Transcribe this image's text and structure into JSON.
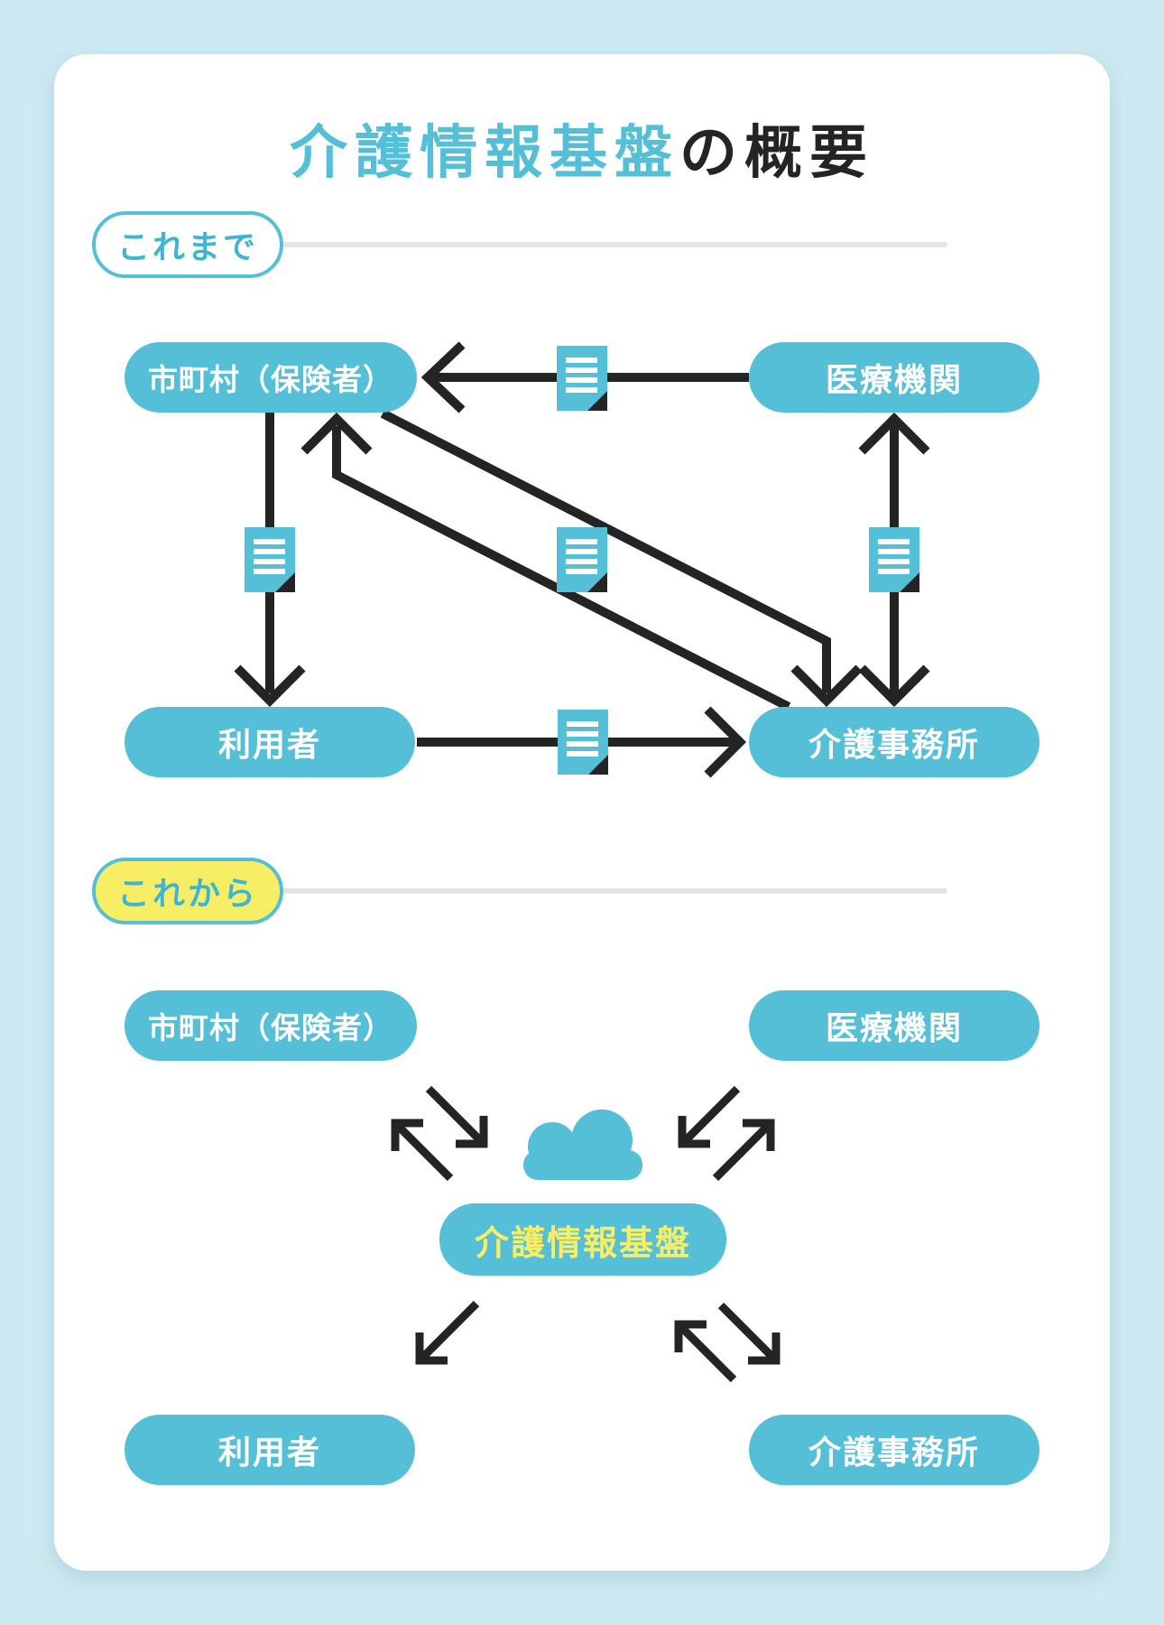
{
  "title": {
    "accent": "介護情報基盤",
    "rest": "の概要"
  },
  "sections": {
    "before": {
      "badge": "これまで",
      "nodes": {
        "municipality": "市町村（保険者）",
        "medical": "医療機関",
        "user": "利用者",
        "care_office": "介護事務所"
      },
      "edges": [
        {
          "from": "medical",
          "to": "municipality",
          "bidirectional": false,
          "document": true
        },
        {
          "from": "municipality",
          "to": "user",
          "bidirectional": false,
          "document": true
        },
        {
          "from": "medical",
          "to": "care_office",
          "bidirectional": true,
          "document": true
        },
        {
          "from": "municipality",
          "to": "care_office",
          "bidirectional": false,
          "document": true
        },
        {
          "from": "care_office",
          "to": "municipality",
          "bidirectional": false,
          "document": false
        },
        {
          "from": "user",
          "to": "care_office",
          "bidirectional": false,
          "document": true
        }
      ]
    },
    "after": {
      "badge": "これから",
      "nodes": {
        "municipality": "市町村（保険者）",
        "medical": "医療機関",
        "user": "利用者",
        "care_office": "介護事務所"
      },
      "hub": {
        "label": "介護情報基盤",
        "icon": "cloud"
      },
      "edges": [
        {
          "from": "municipality",
          "to": "platform",
          "bidirectional": true
        },
        {
          "from": "medical",
          "to": "platform",
          "bidirectional": true
        },
        {
          "from": "platform",
          "to": "user",
          "bidirectional": false
        },
        {
          "from": "care_office",
          "to": "platform",
          "bidirectional": true
        }
      ]
    }
  },
  "colors": {
    "background": "#cde9f1",
    "card": "#ffffff",
    "cyan": "#55bfd7",
    "cyan_text": "#3fb5d3",
    "yellow": "#f7ee66",
    "dark": "#242424",
    "line_gray": "#e4e4e4",
    "white": "#ffffff"
  }
}
